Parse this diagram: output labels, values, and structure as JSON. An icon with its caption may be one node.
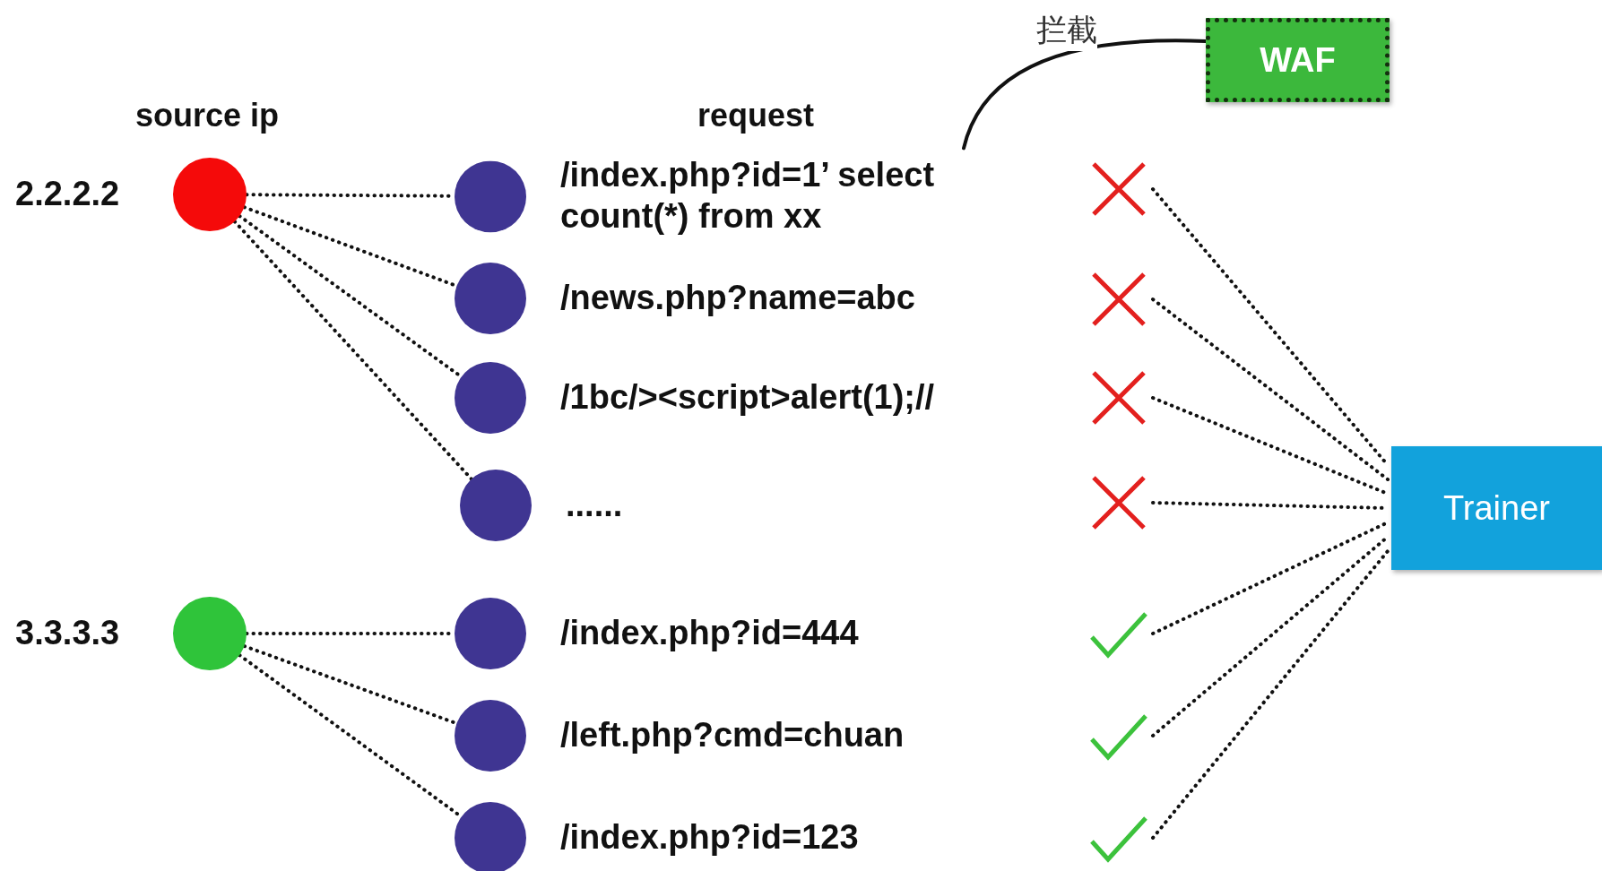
{
  "diagram": {
    "nodes": [
      {
        "text": [
          "WAF"
        ]
      },
      {
        "text": [],
        "shape": "circle",
        "beside": [
          "2.2.2.2"
        ]
      },
      {
        "text": [],
        "shape": "circle",
        "beside": [
          "/index.php?id=1’ select count(*) from xx"
        ]
      },
      {
        "text": [],
        "shape": "circle",
        "beside": [
          "/news.php?name=abc"
        ]
      },
      {
        "text": [],
        "shape": "circle",
        "beside": [
          "/1bc/><script>alert(1);//"
        ]
      },
      {
        "text": [],
        "shape": "circle",
        "beside": [
          "......"
        ]
      },
      {
        "text": [],
        "shape": "cross"
      },
      {
        "text": [],
        "shape": "cross"
      },
      {
        "text": [],
        "shape": "cross"
      },
      {
        "text": [],
        "shape": "cross"
      },
      {
        "text": [],
        "shape": "circle",
        "beside": [
          "3.3.3.3"
        ]
      },
      {
        "text": [],
        "shape": "circle",
        "beside": [
          "/index.php?id=444"
        ]
      },
      {
        "text": [],
        "shape": "circle",
        "beside": [
          "/left.php?cmd=chuan"
        ]
      },
      {
        "text": [],
        "shape": "circle",
        "beside": [
          "/index.php?id=123"
        ]
      },
      {
        "text": [],
        "shape": "check"
      },
      {
        "text": [],
        "shape": "check"
      },
      {
        "text": [],
        "shape": "check"
      },
      {
        "text": [
          "Trainer"
        ]
      }
    ],
    "edges": [
      {
        "from": 0,
        "to": 2,
        "arrow": "none",
        "label": "拦截"
      },
      {
        "from": 1,
        "to": 2,
        "arrow": "none",
        "style": "dashed"
      },
      {
        "from": 1,
        "to": 3,
        "arrow": "none",
        "style": "dashed"
      },
      {
        "from": 1,
        "to": 4,
        "arrow": "none",
        "style": "dashed"
      },
      {
        "from": 1,
        "to": 5,
        "arrow": "none",
        "style": "dashed"
      },
      {
        "from": 10,
        "to": 11,
        "arrow": "none",
        "style": "dashed"
      },
      {
        "from": 10,
        "to": 12,
        "arrow": "none",
        "style": "dashed"
      },
      {
        "from": 10,
        "to": 13,
        "arrow": "none",
        "style": "dashed"
      },
      {
        "from": 6,
        "to": 17,
        "arrow": "none",
        "style": "dashed"
      },
      {
        "from": 7,
        "to": 17,
        "arrow": "none",
        "style": "dashed"
      },
      {
        "from": 8,
        "to": 17,
        "arrow": "none",
        "style": "dashed"
      },
      {
        "from": 9,
        "to": 17,
        "arrow": "none",
        "style": "dashed"
      },
      {
        "from": 14,
        "to": 17,
        "arrow": "none",
        "style": "dashed"
      },
      {
        "from": 15,
        "to": 17,
        "arrow": "none",
        "style": "dashed"
      },
      {
        "from": 16,
        "to": 17,
        "arrow": "none",
        "style": "dashed"
      }
    ],
    "labels": [
      "source ip",
      "request"
    ]
  }
}
